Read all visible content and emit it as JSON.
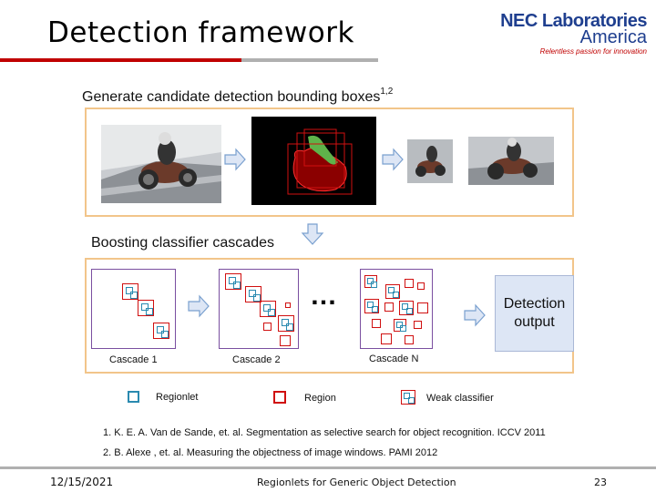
{
  "title": "Detection framework",
  "logo": {
    "line1": "NEC Laboratories",
    "line2": "America",
    "tagline": "Relentless passion for innovation"
  },
  "headings": {
    "generate": "Generate candidate detection bounding boxes",
    "generate_sup": "1,2",
    "boosting": "Boosting classifier cascades"
  },
  "cascades": [
    "Cascade 1",
    "Cascade 2",
    "Cascade N"
  ],
  "ellipsis": "…",
  "detection_output": "Detection output",
  "legend": {
    "regionlet": "Regionlet",
    "region": "Region",
    "weak": "Weak classifier"
  },
  "references": [
    "1. K. E. A. Van de Sande, et. al. Segmentation as selective search for object recognition. ICCV 2011",
    "2. B. Alexe , et. al. Measuring the objectness of image windows. PAMI 2012"
  ],
  "footer": {
    "date": "12/15/2021",
    "center": "Regionlets for Generic Object Detection",
    "page": "23"
  },
  "colors": {
    "accent_red": "#c00000",
    "panel_border": "#f2c58a",
    "cascade_border": "#7a4fa0",
    "region_red": "#d01010",
    "regionlet_blue": "#2a8ab0",
    "output_fill": "#dde6f5"
  }
}
